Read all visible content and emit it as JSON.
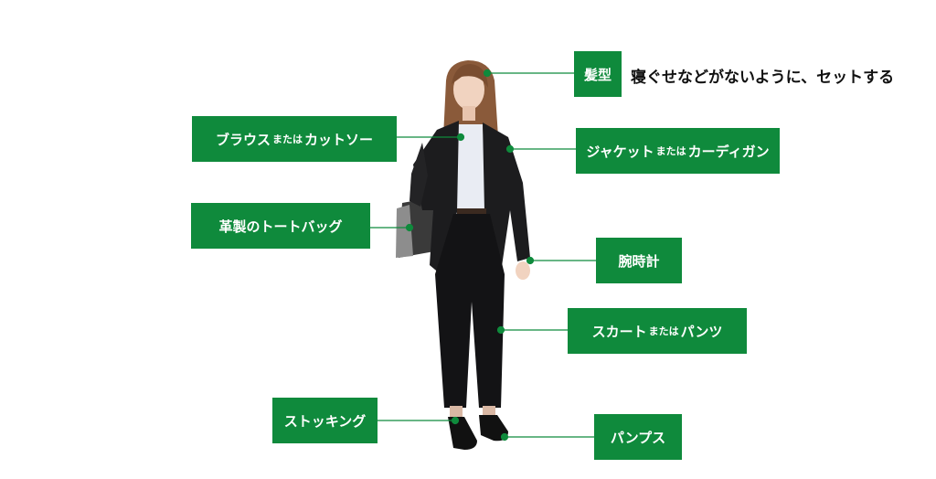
{
  "labels": {
    "hair": "髪型",
    "hair_desc": "寝ぐせなどがないように、セットする",
    "blouse_a": "ブラウス",
    "blouse_or": "または",
    "blouse_b": "カットソー",
    "jacket_a": "ジャケット",
    "jacket_or": "または",
    "jacket_b": "カーディガン",
    "bag": "革製のトートバッグ",
    "watch": "腕時計",
    "skirt_a": "スカート",
    "skirt_or": "または",
    "skirt_b": "パンツ",
    "stockings": "ストッキング",
    "pumps": "パンプス"
  },
  "colors": {
    "accent": "#0f8a3c",
    "suit": "#1c1c1e",
    "hair": "#8a5a3a",
    "skin": "#f1d3c0",
    "blouse": "#e9ecf3"
  }
}
